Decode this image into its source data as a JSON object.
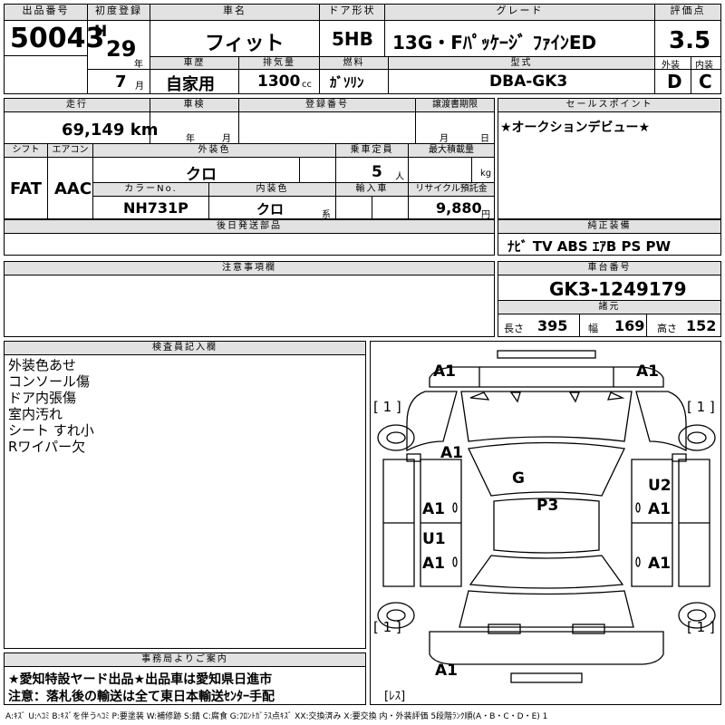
{
  "lot": {
    "label": "出品番号",
    "value": "50043"
  },
  "first_reg": {
    "label": "初度登録",
    "era": "H",
    "year": "29",
    "year_unit": "年",
    "month": "7",
    "month_unit": "月"
  },
  "car_name": {
    "label": "車名",
    "value": "フィット"
  },
  "door": {
    "label": "ドア形状",
    "value": "5HB"
  },
  "grade": {
    "label": "グレード",
    "value": "13G・Fﾊﾟｯｹｰｼﾞ ﾌｧｲﾝED"
  },
  "score": {
    "label": "評価点",
    "value": "3.5"
  },
  "history": {
    "label": "車歴",
    "value": "自家用"
  },
  "displacement": {
    "label": "排気量",
    "value": "1300",
    "unit": "cc"
  },
  "fuel": {
    "label": "燃料",
    "value": "ｶﾞｿﾘﾝ"
  },
  "model": {
    "label": "型式",
    "value": "DBA-GK3"
  },
  "exterior_score": {
    "label": "外装",
    "value": "D"
  },
  "interior_score": {
    "label": "内装",
    "value": "C"
  },
  "mileage": {
    "label": "走行",
    "value": "69,149 km"
  },
  "inspection": {
    "label": "車検",
    "year_unit": "年",
    "month_unit": "月"
  },
  "registration": {
    "label": "登録番号"
  },
  "transfer_deadline": {
    "label": "譲渡書期限",
    "month_unit": "月",
    "day_unit": "日"
  },
  "sales_point": {
    "label": "セールスポイント",
    "value": "★オークションデビュー★"
  },
  "shift": {
    "label": "シフト",
    "value": "FAT"
  },
  "aircon": {
    "label": "エアコン",
    "value": "AAC"
  },
  "ext_color": {
    "label": "外装色",
    "value": "クロ"
  },
  "capacity": {
    "label": "乗車定員",
    "value": "5",
    "unit": "人"
  },
  "max_load": {
    "label": "最大積載量",
    "unit": "kg"
  },
  "color_no": {
    "label": "カラーNo.",
    "value": "NH731P"
  },
  "int_color": {
    "label": "内装色",
    "value": "クロ",
    "unit": "系"
  },
  "import": {
    "label": "輸入車"
  },
  "recycle": {
    "label": "リサイクル預託金",
    "value": "9,880",
    "unit": "円"
  },
  "rear_parts": {
    "label": "後日発送部品"
  },
  "equipment": {
    "label": "純正装備",
    "value": "ﾅﾋﾞ TV ABS ｴｱB PS PW"
  },
  "notes_header": {
    "label": "注意事項欄"
  },
  "chassis": {
    "label": "車台番号",
    "value": "GK3-1249179"
  },
  "specs": {
    "label": "諸元",
    "length_label": "長さ",
    "length": "395",
    "width_label": "幅",
    "width": "169",
    "height_label": "高さ",
    "height": "152"
  },
  "inspector": {
    "label": "検査員記入欄",
    "lines": [
      "外装色あせ",
      "コンソール傷",
      "ドア内張傷",
      "室内汚れ",
      "シート すれ小",
      "Rワイパー欠"
    ]
  },
  "office": {
    "label": "事務局よりご案内",
    "line1": "★愛知特設ヤード出品★出品車は愛知県日進市",
    "line2": "注意：落札後の輸送は全て東日本輸送ｾﾝﾀｰ手配"
  },
  "diagram": {
    "marks": {
      "front_left": "A1",
      "front_right": "A1",
      "bracket_fl": "[ 1 ]",
      "bracket_fr": "[ 1 ]",
      "hood": "A1",
      "glass": "G",
      "roof": "P3",
      "left_front_door": "A1",
      "right_front_door_upper": "U2",
      "right_front_door": "A1",
      "left_rear_door_upper": "U1",
      "left_rear_door": "A1",
      "right_rear_door": "A1",
      "bracket_rl": "[ 1 ]",
      "bracket_rr": "[ 1 ]",
      "rear": "A1",
      "note": "[ﾚｽ]"
    }
  },
  "legend": "A:ｷｽﾞ U:ﾍｺﾐ B:ｷｽﾞを伴うﾍｺﾐ P:要塗装 W:補修跡 S:錆 C:腐食 G:ﾌﾛﾝﾄｶﾞﾗｽ点ｷｽﾞ XX:交換済み X:要交換 内・外装評価 5段階ﾗﾝｸ順(A・B・C・D・E) 1"
}
